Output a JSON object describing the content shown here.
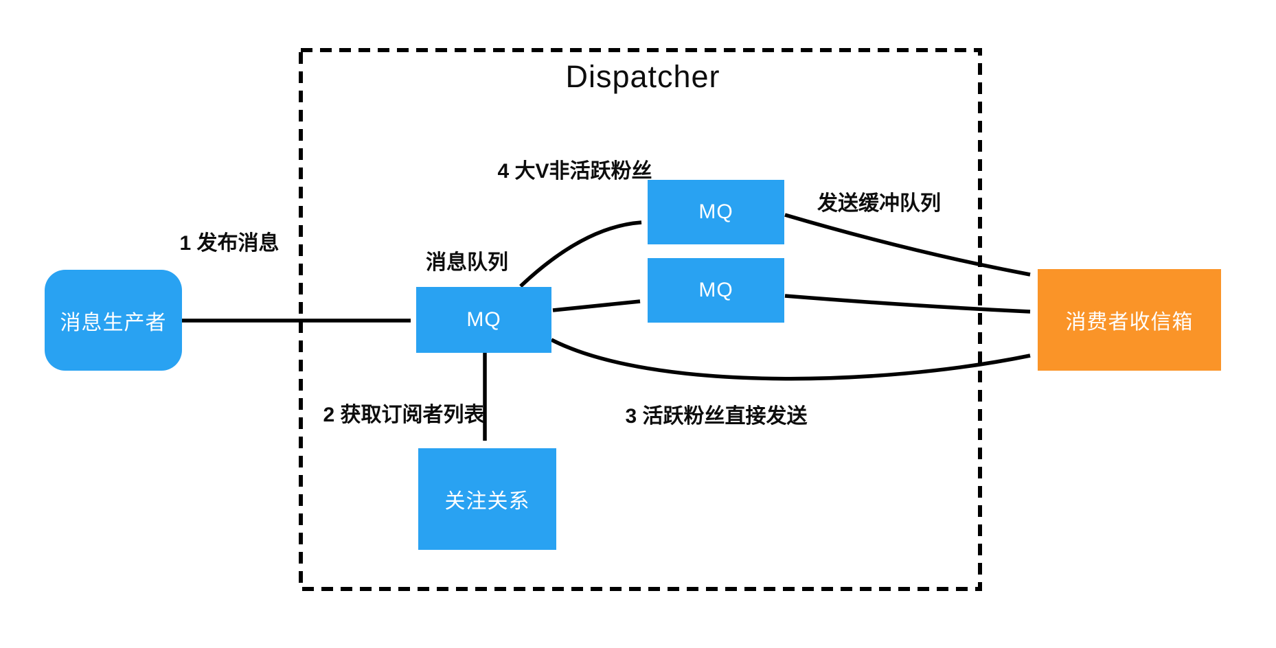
{
  "title": "Dispatcher",
  "colors": {
    "box_blue": "#29a2f2",
    "box_orange": "#fa9428",
    "arrow": "#000000",
    "background": "#ffffff"
  },
  "nodes": {
    "producer": {
      "label": "消息生产者"
    },
    "central_mq": {
      "label": "MQ"
    },
    "buffer_mq_top": {
      "label": "MQ"
    },
    "buffer_mq_bottom": {
      "label": "MQ"
    },
    "follow_relation": {
      "label": "关注关系"
    },
    "consumer_inbox": {
      "label": "消费者收信箱"
    }
  },
  "labels": {
    "step1": "1 发布消息",
    "message_queue": "消息队列",
    "step2": "2 获取订阅者列表",
    "step3": "3 活跃粉丝直接发送",
    "step4": "4 大V非活跃粉丝",
    "send_buffer_queue": "发送缓冲队列"
  },
  "edges": [
    {
      "from": "producer",
      "to": "central_mq",
      "label": "1 发布消息"
    },
    {
      "from": "central_mq",
      "to": "follow_relation",
      "label": "2 获取订阅者列表"
    },
    {
      "from": "central_mq",
      "to": "consumer_inbox",
      "label": "3 活跃粉丝直接发送"
    },
    {
      "from": "central_mq",
      "to": "buffer_mq_top",
      "label": "4 大V非活跃粉丝"
    },
    {
      "from": "central_mq",
      "to": "buffer_mq_bottom",
      "label": ""
    },
    {
      "from": "buffer_mq_top",
      "to": "consumer_inbox",
      "label": "发送缓冲队列"
    },
    {
      "from": "buffer_mq_bottom",
      "to": "consumer_inbox",
      "label": ""
    }
  ]
}
